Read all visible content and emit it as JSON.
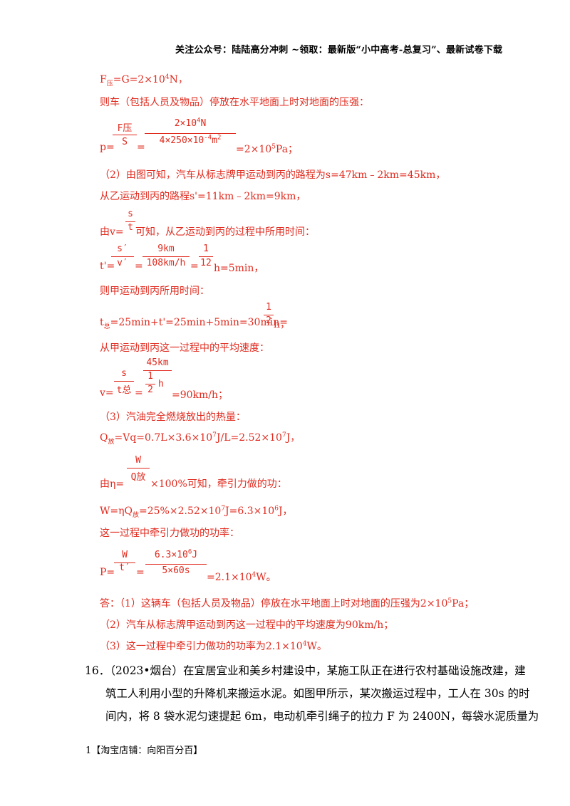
{
  "header": {
    "text": "关注公众号：陆陆高分冲刺  ~领取：最新版“小中高考-总复习”、最新试卷下载"
  },
  "solution": {
    "l1": {
      "a": "F",
      "b": "压",
      "c": "=G=2×10",
      "d": "4",
      "e": "N，"
    },
    "l2": "则车（包括人员及物品）停放在水平地面上时对地面的压强：",
    "p": {
      "lhs": "p=",
      "f1n": "F压",
      "f1d": "S",
      "eq": "=",
      "f2n_a": "2×10",
      "f2n_b": "4",
      "f2n_c": "N",
      "f2d_a": "4×250×10",
      "f2d_b": "-4",
      "f2d_c": "m",
      "f2d_d": "2",
      "res_a": "=2×10",
      "res_b": "5",
      "res_c": "Pa；"
    },
    "l3": "（2）由图可知，汽车从标志牌甲运动到丙的路程为s=47km﹣2km=45km，",
    "l4": "从乙运动到丙的路程s'=11km﹣2km=9km，",
    "v1": {
      "pre": "由v=",
      "num": "s",
      "den": "t",
      "post": "可知，从乙运动到丙的过程中所用时间："
    },
    "t1": {
      "lhs": "t'=",
      "f1n": "s′",
      "f1d": "v′",
      "eq1": "=",
      "f2n": "9km",
      "f2d": "108km/h",
      "eq2": "=",
      "f3n": "1",
      "f3d": "12",
      "post": "h=5min，"
    },
    "l5": "则甲运动到丙所用时间：",
    "t2": {
      "pre_a": "t",
      "pre_b": "总",
      "pre_c": "=25min+t'=25min+5min=30min=",
      "fn": "1",
      "fd": "2",
      "post": "h，"
    },
    "l6": "从甲运动到丙这一过程中的平均速度：",
    "v2": {
      "lhs": "v=",
      "f1n": "s",
      "f1d": "t总",
      "eq": "=",
      "f2n": "45km",
      "f2d_n": "1",
      "f2d_d": "2",
      "f2d_u": "h",
      "post": "=90km/h；"
    },
    "l7": "（3）汽油完全燃烧放出的热量：",
    "q": {
      "a": "Q",
      "b": "放",
      "c": "=Vq=0.7L×3.6×10",
      "d": "7",
      "e": "J/L=2.52×10",
      "f": "7",
      "g": "J，"
    },
    "eta": {
      "pre": "由η=",
      "num": "W",
      "den": "Q放",
      "post": "×100%可知，牵引力做的功："
    },
    "w": {
      "a": "W=ηQ",
      "b": "放",
      "c": "=25%×2.52×10",
      "d": "7",
      "e": "J=6.3×10",
      "f": "6",
      "g": "J，"
    },
    "l8": "这一过程中牵引力做功的功率：",
    "P": {
      "lhs": "P=",
      "f1n": "W",
      "f1d": "t′",
      "eq": "=",
      "f2n_a": "6.3×10",
      "f2n_b": "6",
      "f2n_c": "J",
      "f2d": "5×60s",
      "res_a": "=2.1×10",
      "res_b": "4",
      "res_c": "W。"
    },
    "ans1": {
      "a": "答：（1）这辆车（包括人员及物品）停放在水平地面上时对地面的压强为2×10",
      "b": "5",
      "c": "Pa；"
    },
    "ans2": "（2）汽车从标志牌甲运动到丙这一过程中的平均速度为90km/h；",
    "ans3": {
      "a": "（3）这一过程中牵引力做功的功率为2.1×10",
      "b": "4",
      "c": "W。"
    }
  },
  "question16": {
    "l1": "16．（2023•烟台）在宜居宜业和美乡村建设中，某施工队正在进行农村基础设施改建，建",
    "l2": "筑工人利用小型的升降机来搬运水泥。如图甲所示，某次搬运过程中，工人在 30s 的时",
    "l3": "间内，将 8 袋水泥匀速提起 6m，电动机牵引绳子的拉力 F 为 2400N，每袋水泥质量为"
  },
  "footer": {
    "text": "1【淘宝店铺：向阳百分百】"
  }
}
